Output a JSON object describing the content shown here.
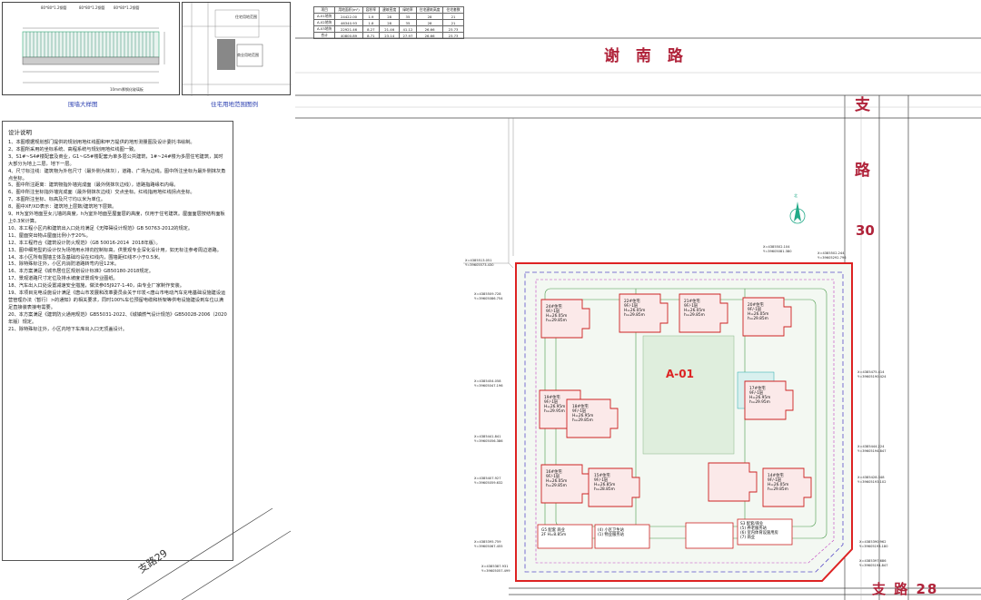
{
  "detail_panel": {
    "caption": "围墙大样图",
    "dim_top_left": "80*80*1.2钢管",
    "dim_top_mid": "80*80*1.2钢管",
    "dim_top_right": "80*80*1.2钢管",
    "dim_note": "10mm厚钢化玻璃板"
  },
  "site_panel": {
    "caption": "住宅用地范围图例",
    "label_1": "住宅用地范围",
    "label_2": "商业用地范围"
  },
  "stats_table": {
    "header": [
      "项目",
      "用地面积(m²)",
      "容积率",
      "建筑密度",
      "绿地率",
      "住宅建筑高度",
      "住宅套数"
    ],
    "rows": [
      [
        "A-01地块",
        "24422.00",
        "1.9",
        "28",
        "35",
        "28",
        "21"
      ],
      [
        "A-02地块",
        "46340.93",
        "1.8",
        "28",
        "35",
        "28",
        "21"
      ],
      [
        "A-03地块",
        "22921.46",
        "8.27",
        "21.46",
        "41.12",
        "26.66",
        "23.73"
      ],
      [
        "合计",
        "40800.89",
        "8.71",
        "23.14",
        "27.97",
        "26.66",
        "23.73"
      ]
    ]
  },
  "notes": {
    "title": "设计说明",
    "lines": [
      "1、本图根据规划部门提供的规划用地红线图和甲方提供的地形测量图及设计委托书绘制。",
      "2、本图所采用的坐标系统、高程系统与规划用地红线图一致。",
      "3、S1#~S4#楼配套及商业，G1~G5#楼配套为单多层公共建筑，1#~24#楼为多层住宅建筑，其时大部分为地上二层，地下一层。",
      "4、尺寸标注线：建筑物为外包尺寸（最外侧为抹灰），道路、广场为边线。图中所注坐标为最外侧抹灰角点坐标。",
      "5、图中所注距离：建筑物指外墙完成面（最外侧抹灰边线），道路指路缘石内缘。",
      "6、图中所注坐标指外墙完成面（最外侧抹灰边线）交点坐标。红线指用地红线拐点坐标。",
      "7、本图所注坐标、标高及尺寸均以米为单位。",
      "8、图中XF/XD表示：建筑地上层数/建筑地下层数。",
      "9、H为室外地面至女儿墙的高度，h为室外地面至屋面层的高度，仅用于住宅建筑。屋面面层按结构面板上0.3米计算。",
      "10、本工程小区内和建筑出入口处均满足《无障碍设计规范》GB 50763-2012的规定。",
      "11、屋面突出物占屋面比例小于20%。",
      "12、本工程符合《建筑设计防火规范》（GB 50016-2014  2018年版）。",
      "13、图中细地型的设计仅为场地用水排向控制标高，供景观专业深化设计用，如无标注参考周边道路。",
      "14、本小区所有围墙主体及基础均设在红线内，围墙距红线不小于0.5米。",
      "15、除特殊标注外，小区内消防道路转弯内径12米。",
      "16、本方案满足《城市居住区规划设计标准》GB50180-2018规定。",
      "17、景观道路尺寸定位及排水坡度详景观专业图纸。",
      "18、汽车出入口处设置减速安全措施，做法参05J927-1-40，由专业厂家制作安装。",
      "19、本项目充电设施设计满足《唐山市发展和改革委员会关于印发<唐山市电动汽车充电基础设施建设运营管理办法（暂行）>的通知》的相关要求，同时100%车位预留电缆和桥架等供电设施建设到车位以满足直接装表接电需要。",
      "20、本方案满足《建筑防火通用规范》GB55031-2022、《城镇燃气设计规范》GB50028-2006（2020年版）规定。",
      "21、除特殊标注外，小区内地下车库出入口无顶盖设计。"
    ]
  },
  "roads": {
    "north": "谢  南  路",
    "east": "支",
    "east_2": "路",
    "east_num": "30",
    "south_east": "支 路 28",
    "south_west": "支路29"
  },
  "plot": {
    "label": "A-01",
    "buildings": [
      {
        "id": "24#",
        "a": "24#住宅",
        "b": "9F/-1层",
        "c": "H=26.05m",
        "d": "h=29.85m"
      },
      {
        "id": "22#",
        "a": "22#住宅",
        "b": "9F/-1层",
        "c": "H=26.05m",
        "d": "h=29.85m"
      },
      {
        "id": "21#",
        "a": "21#住宅",
        "b": "9F/-1层",
        "c": "H=26.05m",
        "d": "h=29.85m"
      },
      {
        "id": "20#",
        "a": "20#住宅",
        "b": "9F/-1层",
        "c": "H=26.05m",
        "d": "h=29.85m"
      },
      {
        "id": "19#",
        "a": "19#住宅",
        "b": "9F/-1层",
        "c": "H=26.95m",
        "d": "h=29.95m"
      },
      {
        "id": "18#",
        "a": "18#住宅",
        "b": "9F/-1层",
        "c": "H=26.95m",
        "d": "h=29.85m"
      },
      {
        "id": "17#",
        "a": "17#住宅",
        "b": "9F/-1层",
        "c": "H=26.95m",
        "d": "h=29.95m"
      },
      {
        "id": "16#",
        "a": "16#住宅",
        "b": "9F/-1层",
        "c": "H=26.05m",
        "d": "h=29.85m"
      },
      {
        "id": "15#",
        "a": "15#住宅",
        "b": "9F/-1层",
        "c": "H=26.85m",
        "d": "h=28.85m"
      },
      {
        "id": "14#",
        "a": "14#住宅",
        "b": "9F/-1层",
        "c": "H=26.05m",
        "d": "h=29.85m"
      }
    ],
    "amenity_1": "G5 配套  商业",
    "amenity_1b": "2F  H=8.85m",
    "amenity_2": "(4) 小区卫生站",
    "amenity_2b": "(1) 物业服务站",
    "amenity_3": "S3 配套/商业",
    "amenity_3b": "(5) 养老服务站",
    "amenity_3c": "(6) 室内体育设施用房",
    "amenity_3d": "(7) 商业"
  },
  "coords": [
    "X=4385513.051",
    "Y=39605573.430",
    "X=4385509.728",
    "Y=39605086.754",
    "X=4385502.104",
    "Y=39605081.380",
    "X=4385502.244",
    "Y=39605292.796",
    "X=4385475.414",
    "Y=39605190.424",
    "X=4385454.058",
    "Y=39605047.196",
    "X=4385441.841",
    "Y=39605056.386",
    "X=4385444.224",
    "Y=39605194.847",
    "X=4385407.927",
    "Y=39605059.632",
    "X=4385395.759",
    "Y=39605067.455",
    "X=4385387.931",
    "Y=39605057.499",
    "X=4385390.962",
    "Y=39605193.180",
    "X=4385397.686",
    "Y=39605194.847",
    "X=4385428.348",
    "Y=39605193.102"
  ],
  "north_arrow": "北"
}
